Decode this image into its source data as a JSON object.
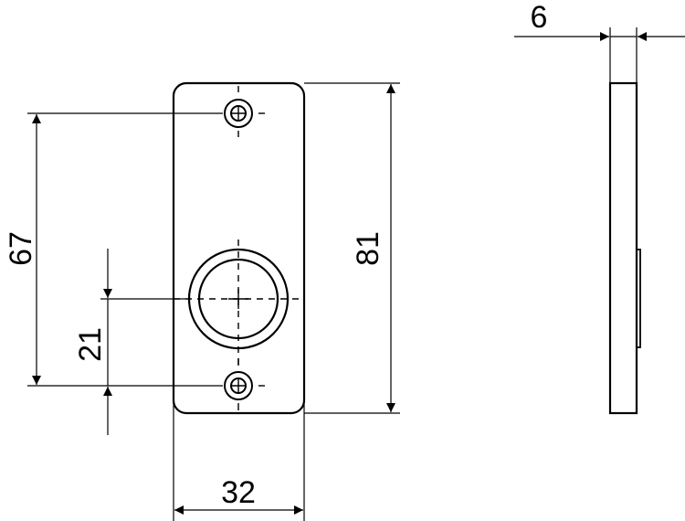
{
  "drawing": {
    "type": "technical-drawing",
    "subject": "rectangular escutcheon plate with central round opening and two screw holes",
    "views": [
      "front-view",
      "side-view"
    ],
    "line_color": "#000000",
    "background": "#ffffff"
  },
  "dimensions": {
    "hole_spacing": {
      "label": "67",
      "orientation": "vertical"
    },
    "center_to_bottom_hole": {
      "label": "21",
      "orientation": "vertical"
    },
    "height": {
      "label": "81",
      "orientation": "vertical"
    },
    "width": {
      "label": "32",
      "orientation": "horizontal"
    },
    "thickness": {
      "label": "6",
      "orientation": "horizontal"
    }
  }
}
